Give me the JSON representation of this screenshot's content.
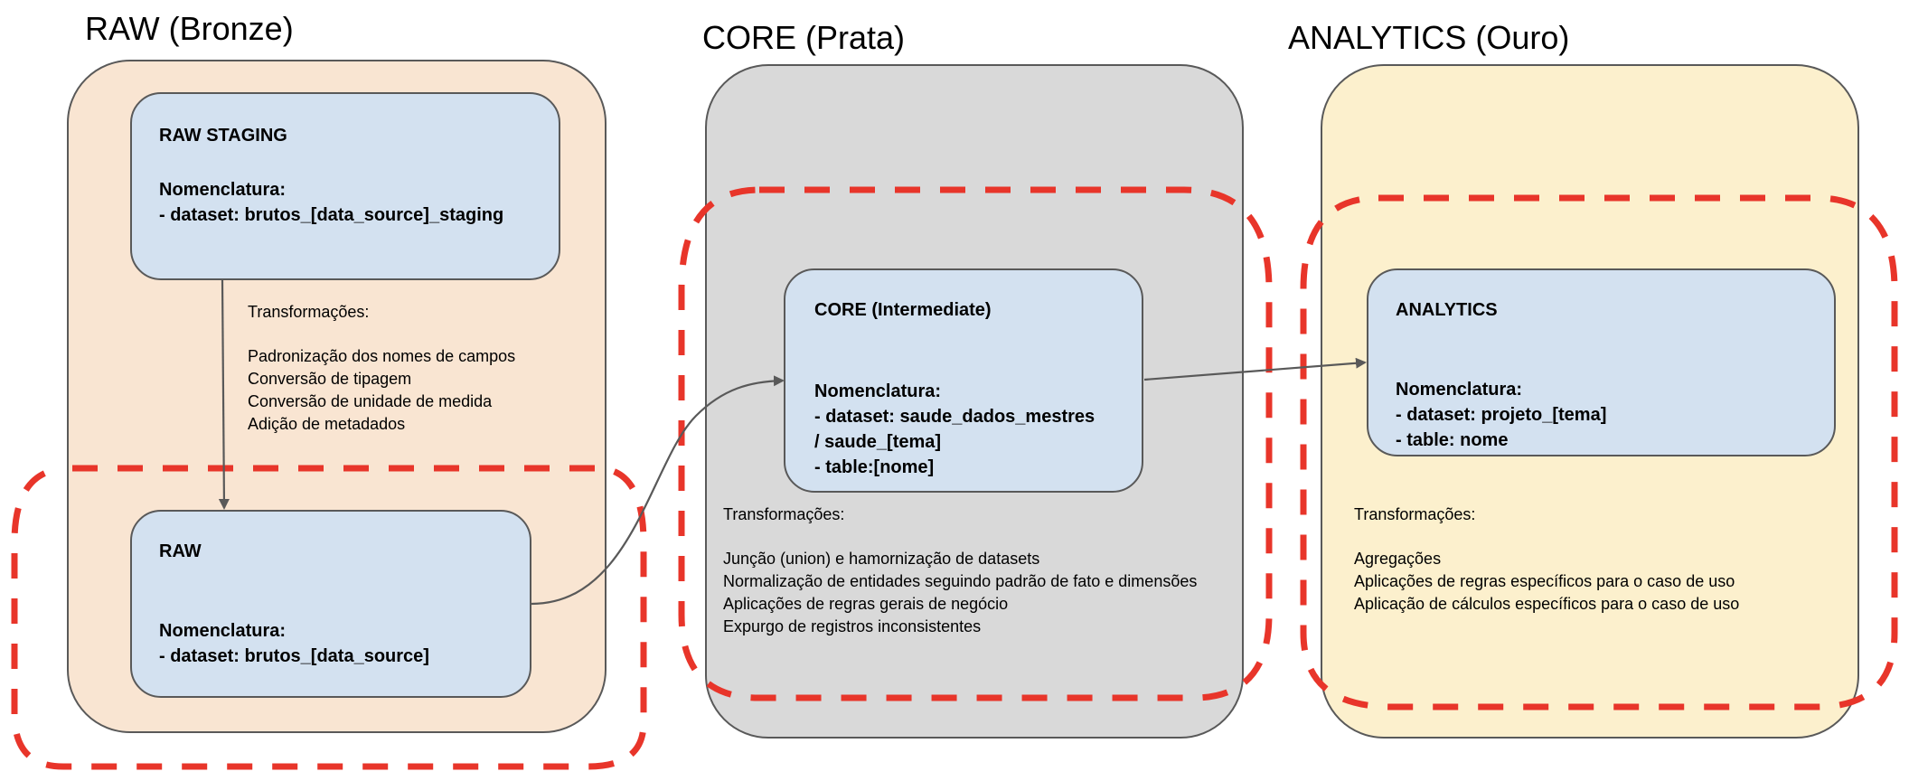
{
  "layers": [
    {
      "title": "RAW (Bronze)",
      "color": "#f9e5d2",
      "nodes": [
        {
          "title": "RAW STAGING",
          "naming_label": "Nomenclatura:",
          "naming_lines": [
            "-  dataset: brutos_[data_source]_staging"
          ]
        },
        {
          "title": "RAW",
          "naming_label": "Nomenclatura:",
          "naming_lines": [
            "-  dataset: brutos_[data_source]"
          ]
        }
      ],
      "transformations_label": "Transformações:",
      "transformations": [
        "Padronização dos nomes de campos",
        "Conversão de tipagem",
        "Conversão de unidade de medida",
        "Adição de metadados"
      ]
    },
    {
      "title": "CORE (Prata)",
      "color": "#d9d9d9",
      "nodes": [
        {
          "title": "CORE (Intermediate)",
          "naming_label": "Nomenclatura:",
          "naming_lines": [
            "- dataset: saude_dados_mestres",
            "/ saude_[tema]",
            "- table:[nome]"
          ]
        }
      ],
      "transformations_label": "Transformações:",
      "transformations": [
        "Junção (union) e hamornização de datasets",
        "Normalização de entidades seguindo padrão de fato e dimensões",
        "Aplicações de regras gerais de negócio",
        "Expurgo de registros inconsistentes"
      ]
    },
    {
      "title": "ANALYTICS (Ouro)",
      "color": "#fcf0cd",
      "nodes": [
        {
          "title": "ANALYTICS",
          "naming_label": "Nomenclatura:",
          "naming_lines": [
            "- dataset: projeto_[tema]",
            "- table: nome"
          ]
        }
      ],
      "transformations_label": "Transformações:",
      "transformations": [
        "Agregações",
        "Aplicações de regras específicos para o caso de uso",
        "Aplicação de cálculos específicos para o caso de uso"
      ]
    }
  ],
  "colors": {
    "node_fill": "#d3e1f0",
    "border": "#595959",
    "highlight_dashed": "#e8352a"
  },
  "edges": [
    {
      "from": "RAW STAGING",
      "to": "RAW"
    },
    {
      "from": "RAW",
      "to": "CORE (Intermediate)"
    },
    {
      "from": "CORE (Intermediate)",
      "to": "ANALYTICS"
    }
  ]
}
